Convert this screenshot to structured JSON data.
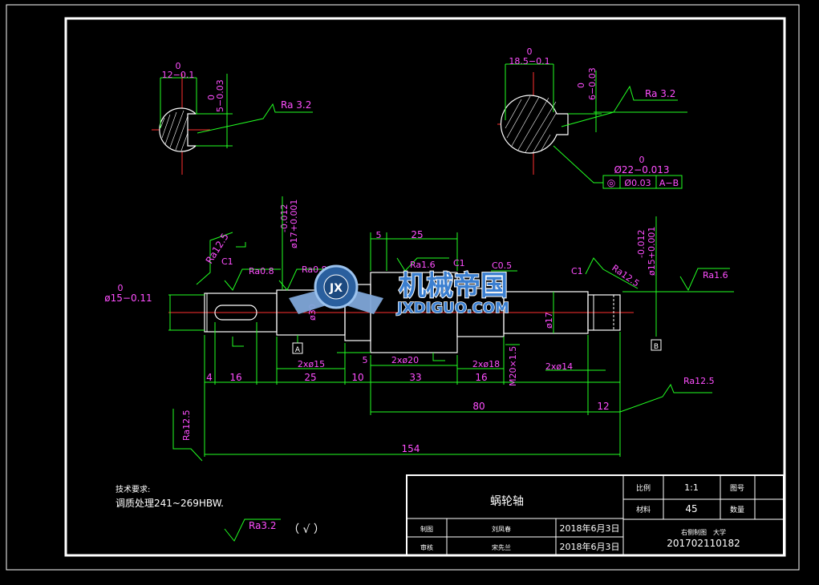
{
  "drawing": {
    "section_left": {
      "dim_top": "0",
      "dim_width": "12−0.1",
      "dim_depth_top": "0",
      "dim_depth": "5−0.03",
      "roughness": "Ra 3.2"
    },
    "section_right": {
      "dim_top": "0",
      "dim_width": "18.5−0.1",
      "dim_depth_top": "0",
      "dim_depth": "6−0.03",
      "roughness": "Ra 3.2",
      "dia_top": "0",
      "dia": "Ø22−0.013",
      "tol_symbol": "◎",
      "tol_value": "Ø0.03",
      "tol_ref": "A−B"
    },
    "shaft_labels": {
      "dia15_top": "0",
      "dia15": "ø15−0.11",
      "ra12_5_left": "Ra12.5",
      "c1_left": "C1",
      "ra0_8_a": "Ra0.8",
      "ra0_8_b": "Ra0.8",
      "tol_left_a": "-0.012",
      "tol_left_b": "ø17+0.001",
      "dia30": "ø30",
      "dim5_top": "5",
      "dim25_top": "25",
      "ra1_6_mid": "Ra1.6",
      "c1_mid": "C1",
      "c0_5": "C0.5",
      "c1_right": "C1",
      "ra12_5_right": "Ra12.5",
      "tol_right_a": "-0.012",
      "tol_right_b": "ø15+0.001",
      "ra1_6_right": "Ra1.6",
      "dia17": "ø17",
      "datum_a": "A",
      "datum_b": "B",
      "m20": "M20×1.5",
      "dim5_mid": "5",
      "dim_2x15": "2xø15",
      "dim_2x20": "2xø20",
      "dim_2x18": "2xø18",
      "dim_2x14": "2xø14",
      "d4": "4",
      "d16a": "16",
      "d25": "25",
      "d10": "10",
      "d33": "33",
      "d16b": "16",
      "d80": "80",
      "d12": "12",
      "d154": "154",
      "ra12_5_bottom": "Ra12.5",
      "ra12_5_vert": "Ra12.5"
    },
    "watermark": {
      "cn": "机械帝国",
      "en": "JXDIGUO.COM",
      "badge": "JX"
    }
  },
  "notes": {
    "title": "技术要求:",
    "line": "调质处理241~269HBW.",
    "roughness": "Ra3.2",
    "roughness_mark": "（ √ ）"
  },
  "title_block": {
    "part_name": "蜗轮轴",
    "scale_label": "比例",
    "scale_value": "1:1",
    "drawing_no_label": "图号",
    "material_label": "材料",
    "material_value": "45",
    "qty_label": "数量",
    "drawn_label": "制图",
    "drawn_name": "刘凤春",
    "drawn_date": "2018年6月3日",
    "checked_label": "审核",
    "checked_name": "宋先兰",
    "checked_date": "2018年6月3日",
    "school": "右侧制图　大学",
    "student_id": "201702110182"
  }
}
